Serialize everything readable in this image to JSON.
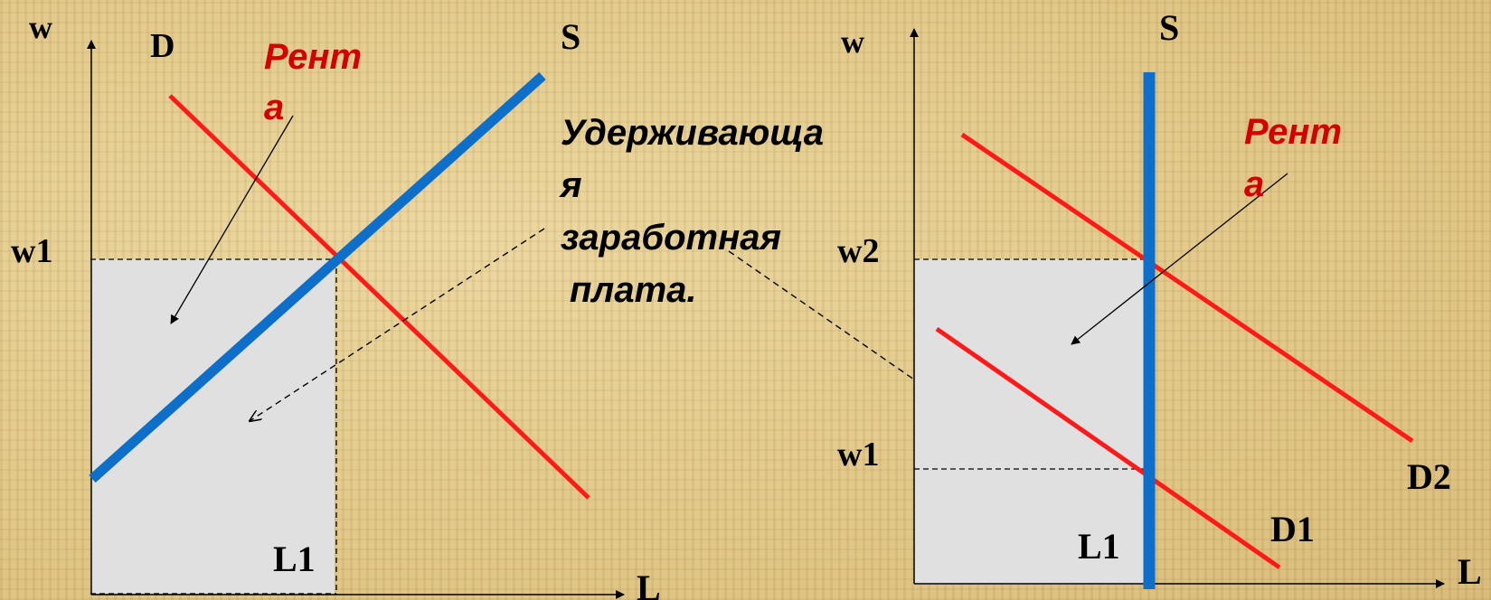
{
  "left_graph": {
    "y_axis_label": "w",
    "x_axis_label": "L",
    "demand_label": "D",
    "supply_label": "S",
    "wage_label": "w1",
    "quantity_label": "L1",
    "rent_label_line1": "Рент",
    "rent_label_line2": "а"
  },
  "center_text": {
    "line1": "Удерживающа",
    "line2": "я",
    "line3": "заработная",
    "line4": "плата."
  },
  "right_graph": {
    "y_axis_label": "w",
    "x_axis_label": "L",
    "supply_label": "S",
    "wage_high_label": "w2",
    "wage_low_label": "w1",
    "quantity_label": "L1",
    "demand1_label": "D1",
    "demand2_label": "D2",
    "rent_label_line1": "Рент",
    "rent_label_line2": "а"
  },
  "colors": {
    "demand": "#ff1a1a",
    "supply": "#0d6fc9",
    "area_fill": "#e0e0e0"
  }
}
